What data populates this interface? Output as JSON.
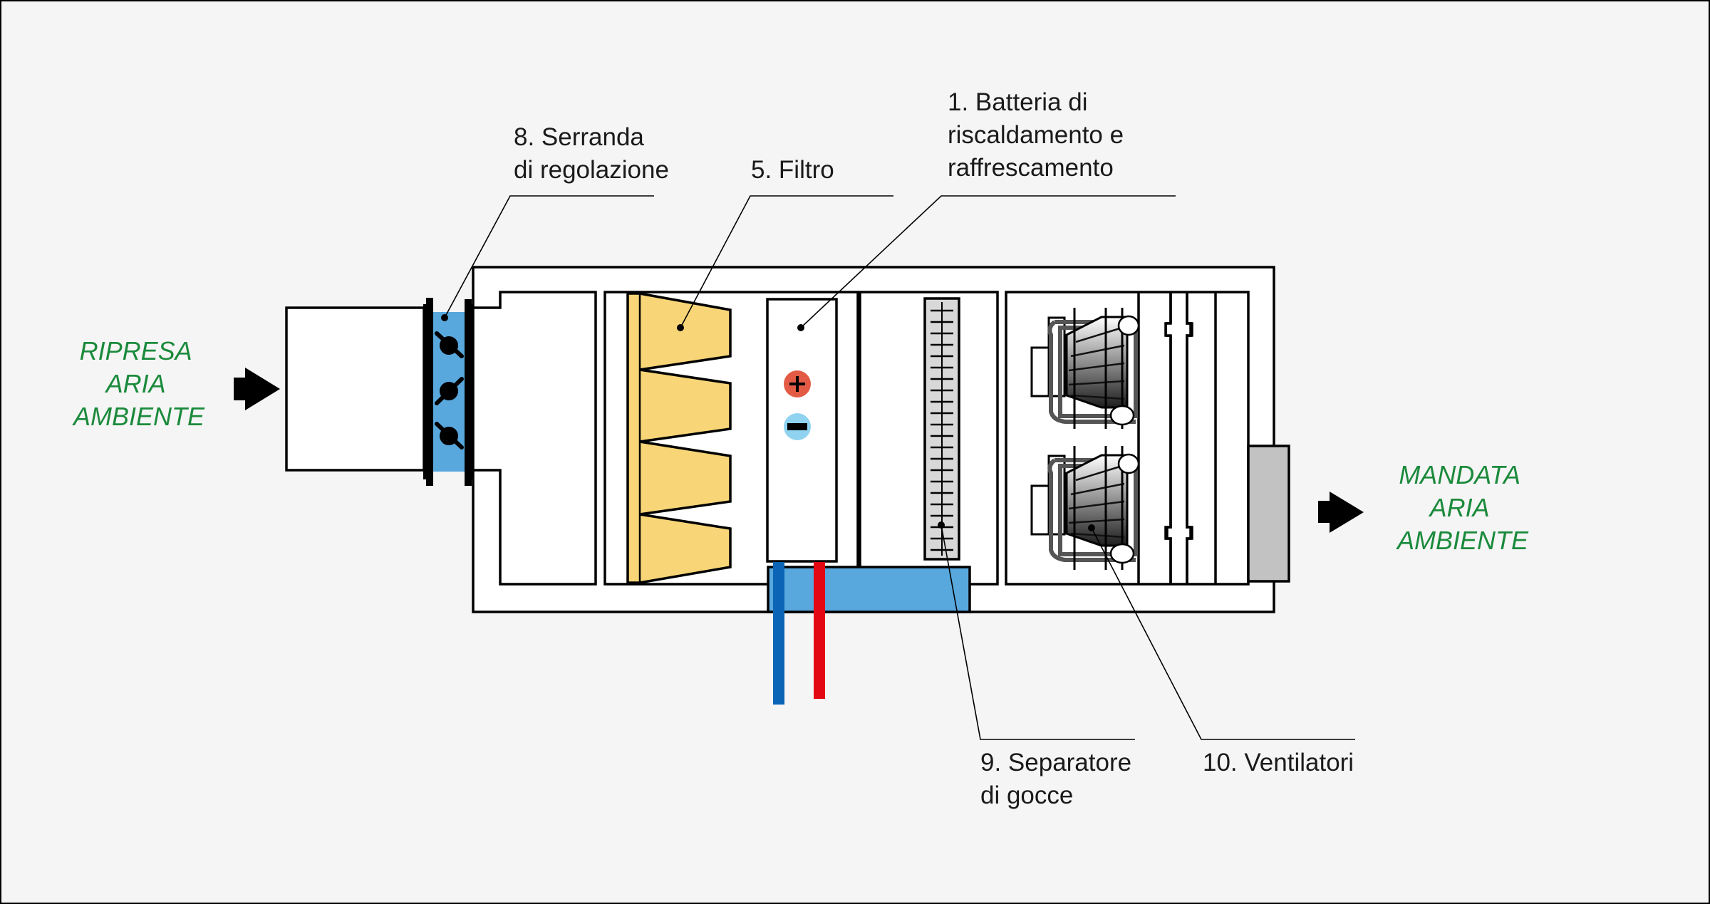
{
  "colors": {
    "background": "#f5f5f5",
    "flow_text": "#1b8a3c",
    "water_blue": "#58a8de",
    "filter_yellow": "#f8d577",
    "hot_pipe": "#e30613",
    "cold_pipe": "#0b64b6",
    "plus_red": "#e35a45",
    "minus_light_blue": "#8fd3f0",
    "outlet_gray": "#c2c2c2"
  },
  "flow_labels": {
    "inlet": [
      "RIPRESA",
      "ARIA",
      "AMBIENTE"
    ],
    "outlet": [
      "MANDATA",
      "ARIA",
      "AMBIENTE"
    ]
  },
  "components": {
    "damper": [
      "8. Serranda",
      "di regolazione"
    ],
    "filter": [
      "5. Filtro"
    ],
    "coil": [
      "1. Batteria di",
      "riscaldamento e",
      "raffrescamento"
    ],
    "separator": [
      "9. Separatore",
      "di gocce"
    ],
    "fans": [
      "10. Ventilatori"
    ]
  },
  "icons": {
    "inlet_arrow": "arrow-right-icon",
    "outlet_arrow": "arrow-right-icon",
    "plus": "plus-icon",
    "minus": "minus-icon"
  }
}
